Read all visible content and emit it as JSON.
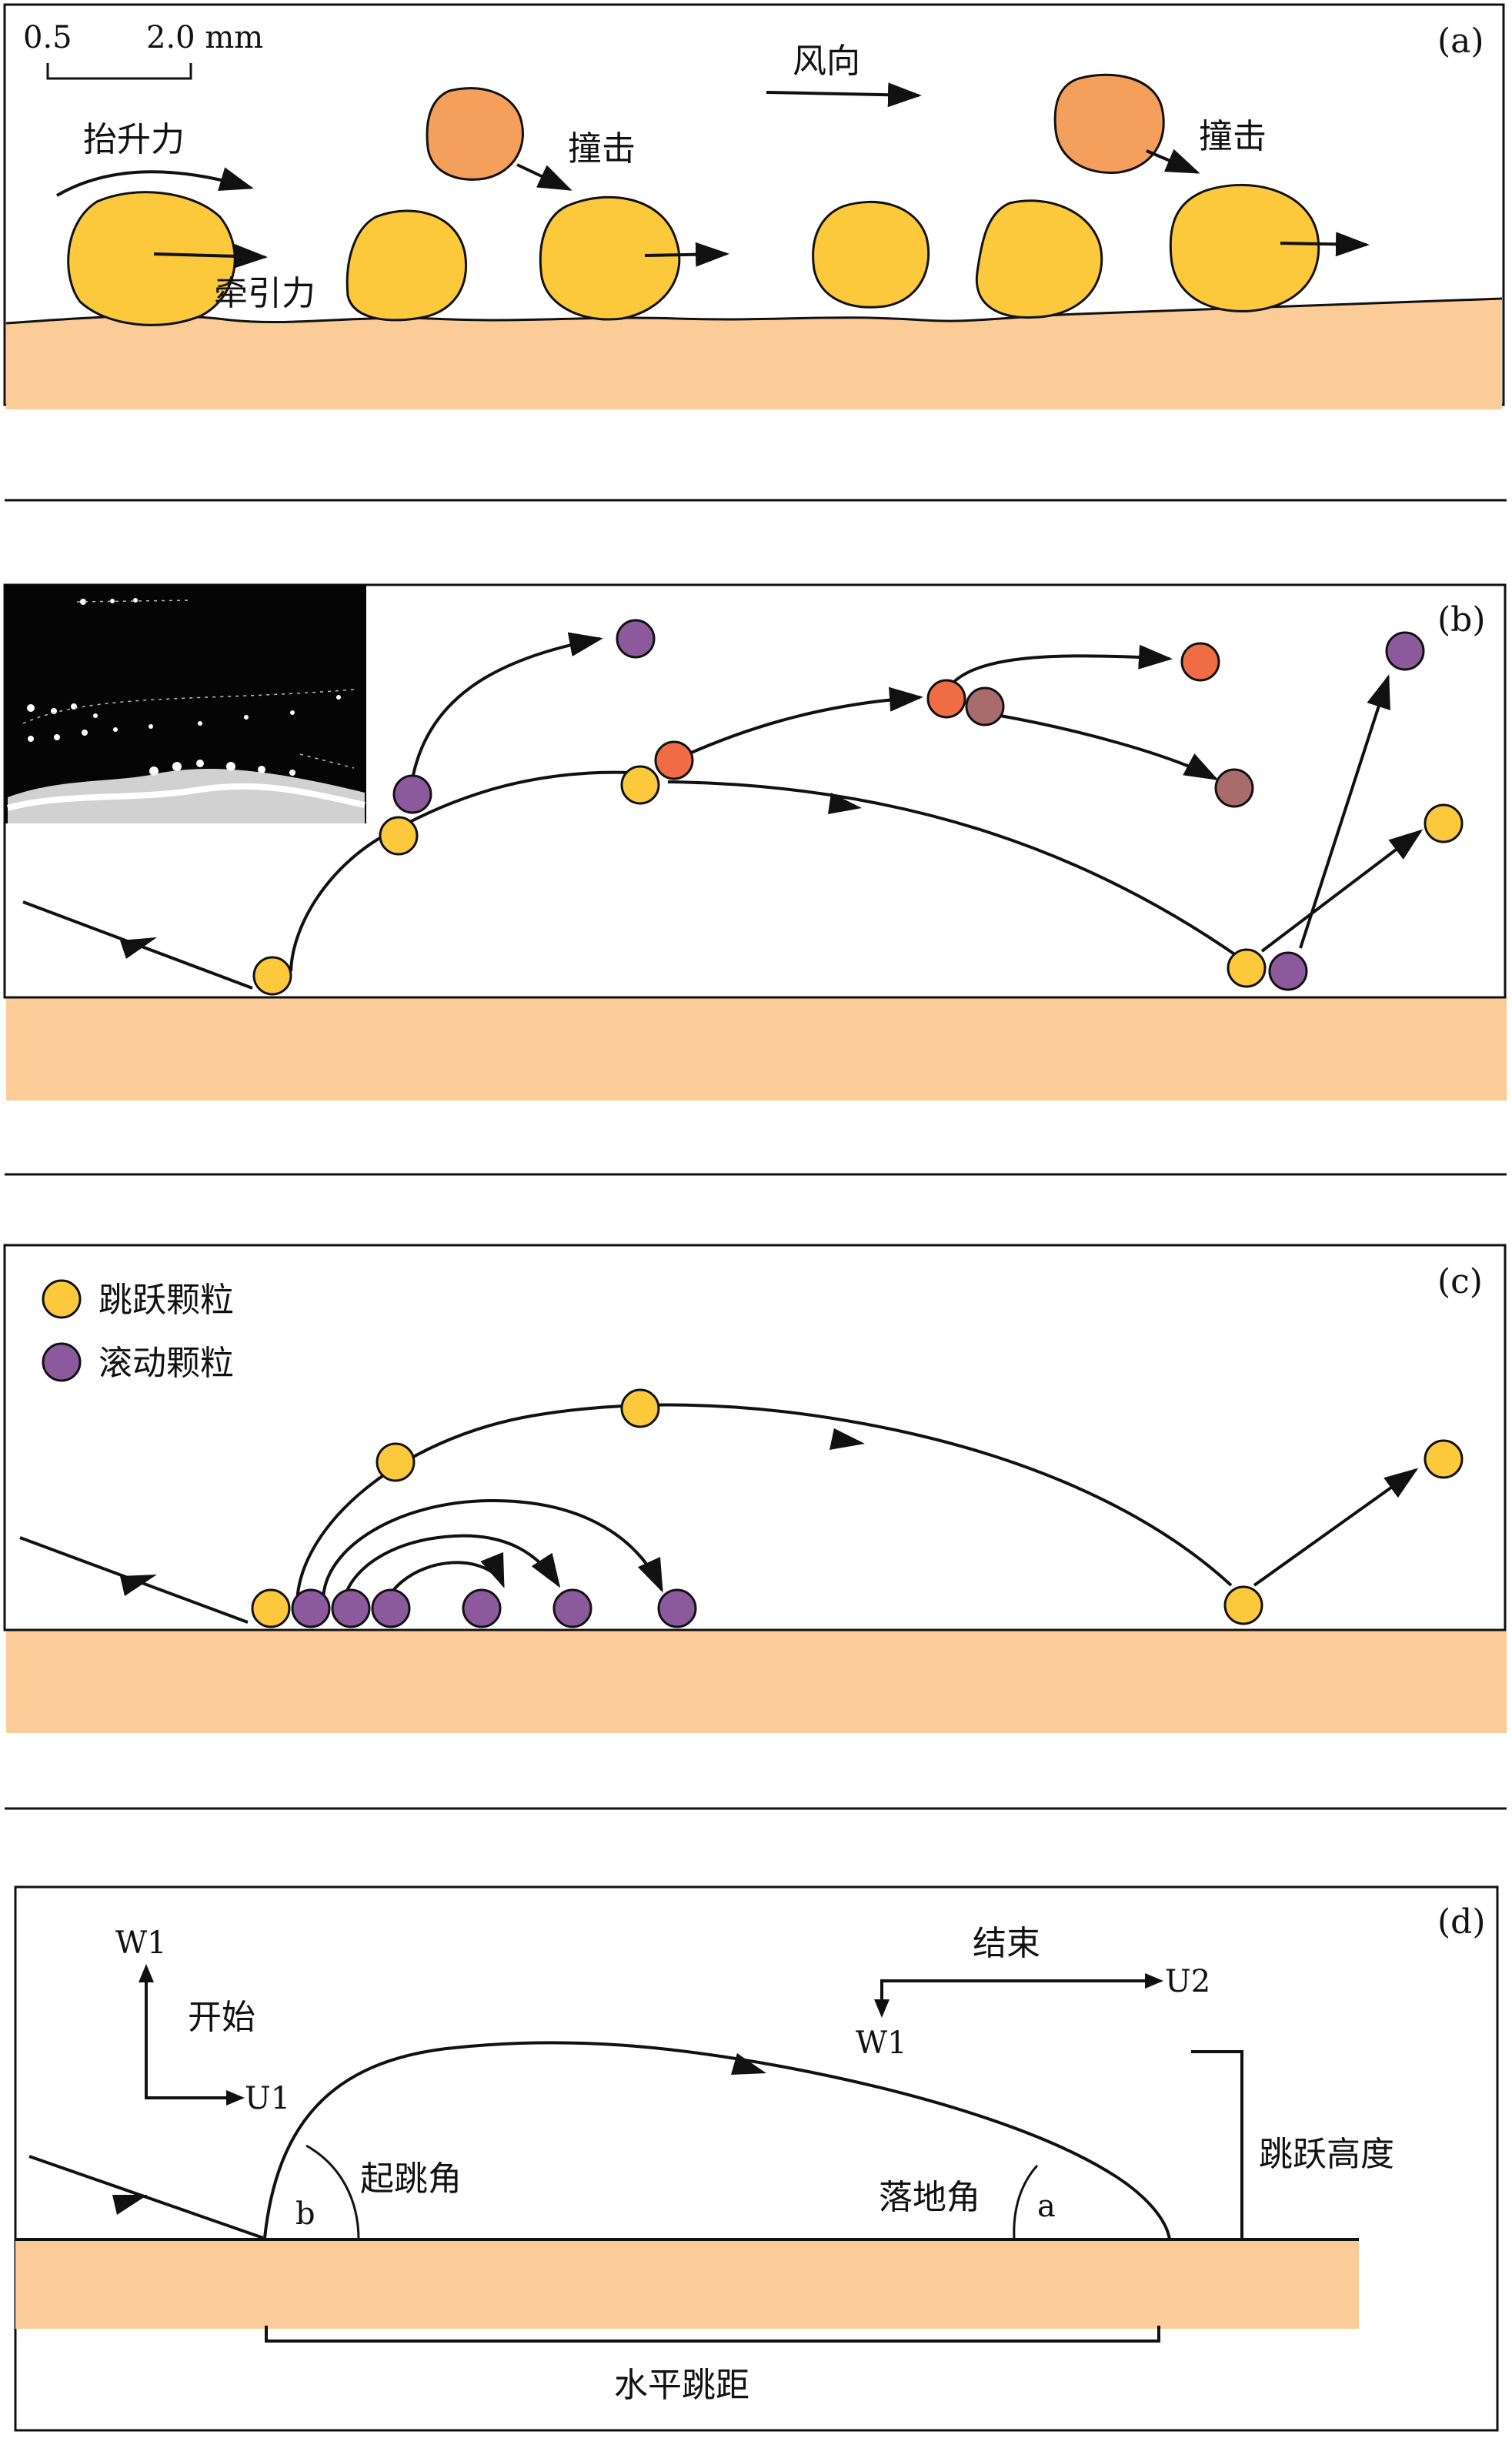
{
  "colors": {
    "ground": "#fccc98",
    "saltating": "#fcc83c",
    "rolling": "#8c5a9c",
    "impacting": "#f4a05c",
    "ejected_orange": "#f06c44",
    "ejected_brown": "#a86c6c",
    "line": "#111111"
  },
  "panel_a": {
    "tag": "(a)",
    "scale_left": "0.5",
    "scale_right": "2.0 mm",
    "lift": "抬升力",
    "traction": "牵引力",
    "impact_1": "撞击",
    "impact_2": "撞击",
    "wind": "风向"
  },
  "panel_b": {
    "tag": "(b)",
    "photo_icon": "saltation-photo"
  },
  "panel_c": {
    "tag": "(c)",
    "legend_saltating": "跳跃颗粒",
    "legend_rolling": "滚动颗粒"
  },
  "panel_d": {
    "tag": "(d)",
    "start": "开始",
    "end": "结束",
    "w1_start": "W1",
    "u1": "U1",
    "w1_end": "W1",
    "u2": "U2",
    "takeoff_angle": "起跳角",
    "landing_angle": "落地角",
    "angle_b": "b",
    "angle_a": "a",
    "height": "跳跃高度",
    "distance": "水平跳距"
  }
}
